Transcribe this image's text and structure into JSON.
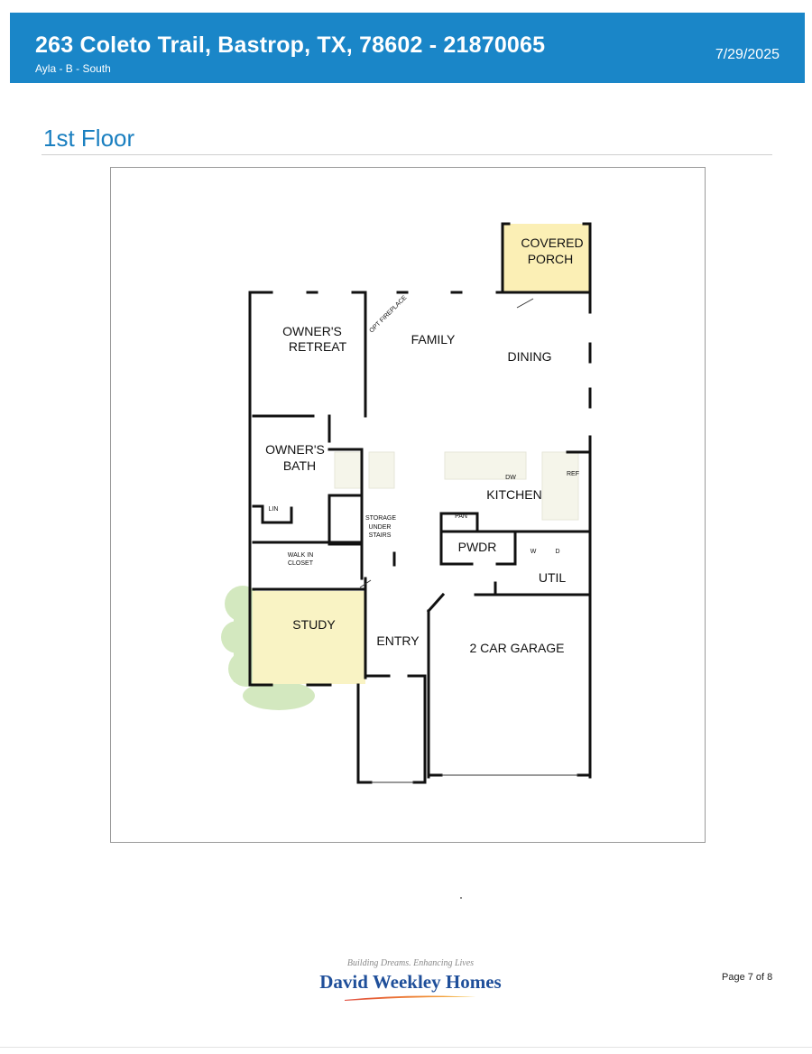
{
  "header": {
    "title": "263 Coleto Trail, Bastrop, TX, 78602 - 21870065",
    "subtitle": "Ayla - B - South",
    "date": "7/29/2025"
  },
  "section": {
    "title": "1st Floor"
  },
  "floorplan": {
    "rooms": {
      "covered_porch_1": "COVERED",
      "covered_porch_2": "PORCH",
      "owners_retreat_1": "OWNER'S",
      "owners_retreat_2": "RETREAT",
      "family": "FAMILY",
      "dining": "DINING",
      "fireplace": "OPT FIREPLACE",
      "owners_bath_1": "OWNER'S",
      "owners_bath_2": "BATH",
      "dw": "DW",
      "ref": "REF",
      "kitchen": "KITCHEN",
      "lin": "LIN",
      "pan": "PAN",
      "storage_1": "STORAGE",
      "storage_2": "UNDER",
      "storage_3": "STAIRS",
      "pwdr": "PWDR",
      "w": "W",
      "d": "D",
      "util": "UTIL",
      "walkin_1": "WALK IN",
      "walkin_2": "CLOSET",
      "study": "STUDY",
      "entry": "ENTRY",
      "garage": "2 CAR GARAGE"
    },
    "colors": {
      "porch_fill": "#fbefb5",
      "study_fill": "#f9f3c4",
      "landscape_green": "#d3e8bf",
      "wall": "#111111"
    }
  },
  "footer": {
    "tagline": "Building Dreams. Enhancing Lives",
    "brand": "David Weekley Homes",
    "page": "Page 7 of 8"
  }
}
